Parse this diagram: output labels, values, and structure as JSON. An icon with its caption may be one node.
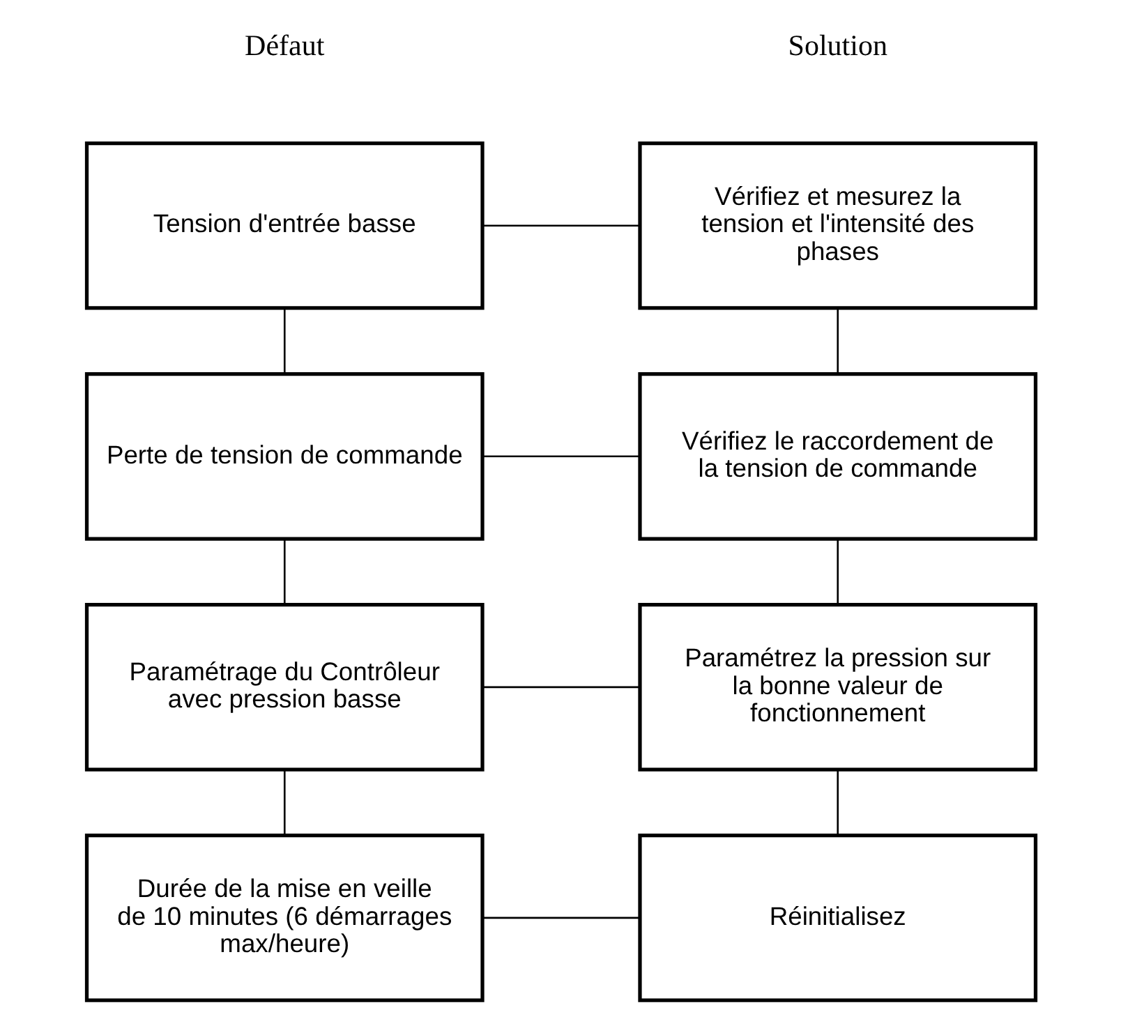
{
  "diagram": {
    "nodes": [
      {
        "text": [
          "Tension d'entrée basse"
        ]
      },
      {
        "text": [
          "Vérifiez et mesurez la tension et l'intensité des phases"
        ]
      },
      {
        "text": [
          "Perte de tension de commande"
        ]
      },
      {
        "text": [
          "Vérifiez le raccordement de la tension de commande"
        ]
      },
      {
        "text": [
          "Paramétrage du Contrôleur avec pression basse"
        ]
      },
      {
        "text": [
          "Paramétrez la pression sur la bonne valeur de fonctionnement"
        ]
      },
      {
        "text": [
          "Durée de la mise en veille de 10 minutes (6 démarrages max/heure)"
        ]
      },
      {
        "text": [
          "Réinitialisez"
        ]
      }
    ],
    "edges": [
      {
        "from": 0,
        "to": 1,
        "arrow": "none"
      },
      {
        "from": 0,
        "to": 2,
        "arrow": "none"
      },
      {
        "from": 1,
        "to": 3,
        "arrow": "none"
      },
      {
        "from": 2,
        "to": 3,
        "arrow": "none"
      },
      {
        "from": 2,
        "to": 4,
        "arrow": "none"
      },
      {
        "from": 3,
        "to": 5,
        "arrow": "none"
      },
      {
        "from": 4,
        "to": 5,
        "arrow": "none"
      },
      {
        "from": 4,
        "to": 6,
        "arrow": "none"
      },
      {
        "from": 5,
        "to": 7,
        "arrow": "none"
      },
      {
        "from": 6,
        "to": 7,
        "arrow": "none"
      }
    ],
    "labels": [
      "Défaut",
      "Solution"
    ]
  }
}
